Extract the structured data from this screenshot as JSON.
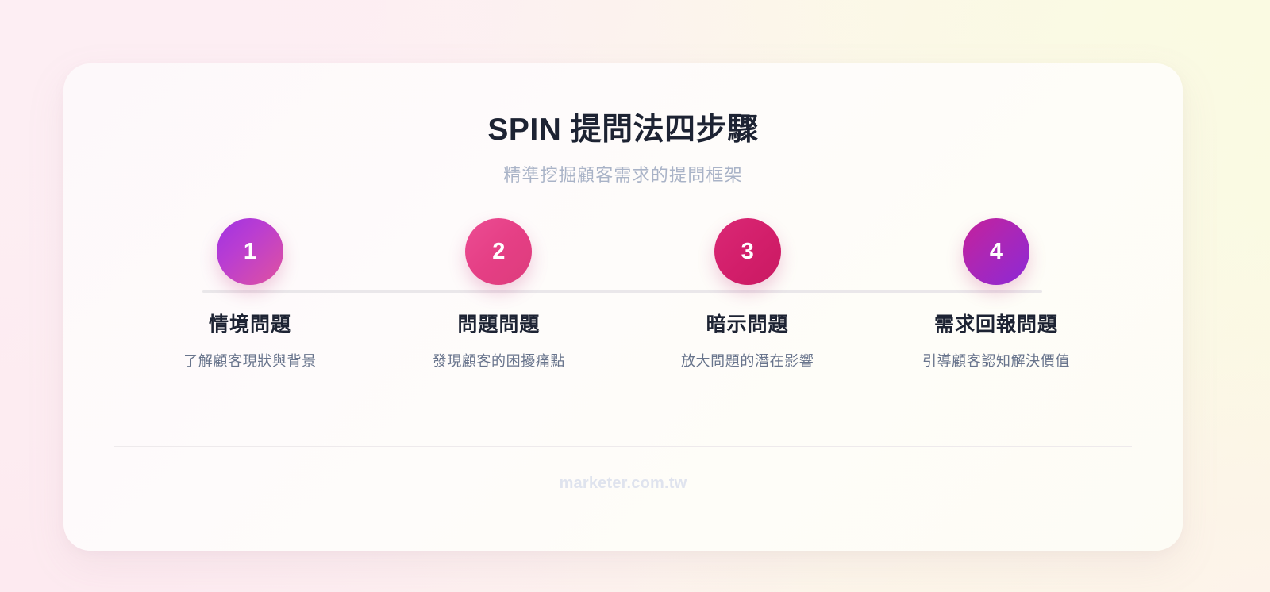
{
  "header": {
    "title": "SPIN 提問法四步驟",
    "subtitle": "精準挖掘顧客需求的提問框架"
  },
  "steps": [
    {
      "number": "1",
      "title": "情境問題",
      "description": "了解顧客現狀與背景",
      "gradient_from": "#a033e2",
      "gradient_to": "#e0529f"
    },
    {
      "number": "2",
      "title": "問題問題",
      "description": "發現顧客的困擾痛點",
      "gradient_from": "#ec4c93",
      "gradient_to": "#dd3c7c"
    },
    {
      "number": "3",
      "title": "暗示問題",
      "description": "放大問題的潛在影響",
      "gradient_from": "#da2875",
      "gradient_to": "#c91a62"
    },
    {
      "number": "4",
      "title": "需求回報問題",
      "description": "引導顧客認知解決價值",
      "gradient_from": "#c5209b",
      "gradient_to": "#8d28d6"
    }
  ],
  "footer": {
    "brand": "marketer.com.tw"
  },
  "colors": {
    "title_text": "#1d2333",
    "subtitle_text": "#a9b3c7",
    "description_text": "#68748c",
    "footer_text": "#dfe3ee",
    "connector_line": "#eae7ea",
    "divider_line": "#eeeaec",
    "card_background": "#fdf9f9"
  }
}
